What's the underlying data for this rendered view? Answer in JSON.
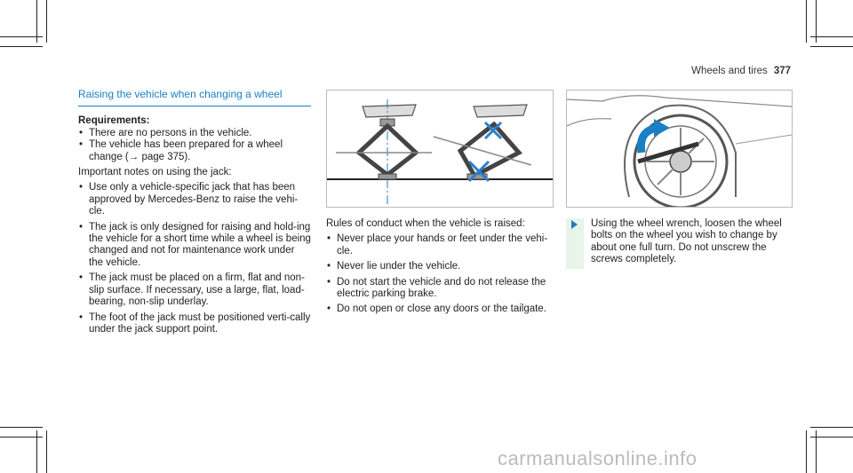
{
  "header": {
    "section": "Wheels and tires",
    "page_number": "377"
  },
  "section_title": "Raising the vehicle when changing a wheel",
  "requirements": {
    "heading": "Requirements:",
    "items": [
      "There are no persons in the vehicle.",
      "The vehicle has been prepared for a wheel change (→ page 375)."
    ]
  },
  "jack_notes": {
    "intro": "Important notes on using the jack:",
    "items": [
      "Use only a vehicle-specific jack that has been approved by Mercedes-Benz to raise the vehi-cle.",
      "The jack is only designed for raising and hold-ing the vehicle for a short time while a wheel is being changed and not for maintenance work under the vehicle.",
      "The jack must be placed on a firm, flat and non-slip surface. If necessary, use a large, flat, load-bearing, non-slip underlay.",
      "The foot of the jack must be positioned verti-cally under the jack support point."
    ]
  },
  "conduct": {
    "intro": "Rules of conduct when the vehicle is raised:",
    "items": [
      "Never place your hands or feet under the vehi-cle.",
      "Never lie under the vehicle.",
      "Do not start the vehicle and do not release the electric parking brake.",
      "Do not open or close any doors or the tailgate."
    ]
  },
  "step": {
    "text": "Using the wheel wrench, loosen the wheel bolts on the wheel you wish to change by about one full turn. Do not unscrew the screws completely."
  },
  "watermark": "carmanualsonline.info",
  "colors": {
    "accent": "#1a7fc4",
    "step_bar": "#e9f4e8",
    "wrong_mark": "#2a7fd0"
  }
}
